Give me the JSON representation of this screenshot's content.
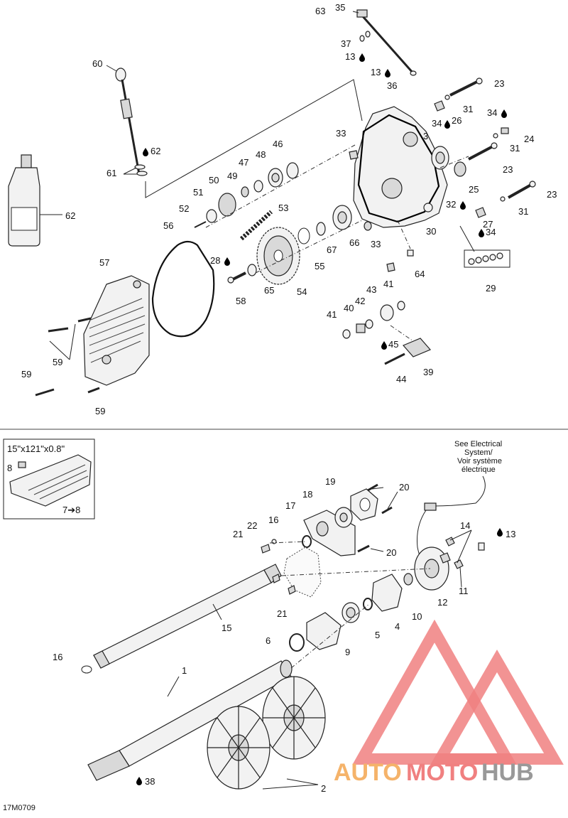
{
  "figure_code": "17M0709",
  "spec_box": {
    "dimensions": "15\"x121\"x0.8\"",
    "part_label": "8",
    "ref_label": "7➔8"
  },
  "electrical_note": [
    "See Electrical",
    "System/",
    "Voir système",
    "électrique"
  ],
  "watermark": {
    "auto": "AUTO",
    "moto": "MOTO",
    "hub": "HUB"
  },
  "colors": {
    "watermark_red": "#f08080",
    "watermark_orange": "#f5b36a",
    "watermark_gray": "#999999",
    "line": "#222222"
  },
  "drop_icon": "oil-drop-icon",
  "labels": {
    "p1": "1",
    "p2": "2",
    "p3": "3",
    "p4": "4",
    "p5": "5",
    "p6": "6",
    "p9": "9",
    "p10": "10",
    "p11": "11",
    "p12": "12",
    "p13a": "13",
    "p13b": "13",
    "p13c": "13",
    "p14": "14",
    "p15": "15",
    "p16a": "16",
    "p16b": "16",
    "p17": "17",
    "p18": "18",
    "p19": "19",
    "p20a": "20",
    "p20b": "20",
    "p21a": "21",
    "p21b": "21",
    "p22": "22",
    "p23a": "23",
    "p23b": "23",
    "p23c": "23",
    "p24": "24",
    "p25": "25",
    "p26": "26",
    "p27": "27",
    "p28": "28",
    "p29": "29",
    "p30": "30",
    "p31a": "31",
    "p31b": "31",
    "p31c": "31",
    "p32": "32",
    "p33a": "33",
    "p33b": "33",
    "p34a": "34",
    "p34b": "34",
    "p35": "35",
    "p36": "36",
    "p37": "37",
    "p38": "38",
    "p39": "39",
    "p40": "40",
    "p41a": "41",
    "p41b": "41",
    "p42": "42",
    "p43": "43",
    "p44": "44",
    "p45": "45",
    "p46": "46",
    "p47": "47",
    "p48": "48",
    "p49": "49",
    "p50": "50",
    "p51": "51",
    "p52": "52",
    "p53": "53",
    "p54": "54",
    "p55": "55",
    "p56": "56",
    "p57": "57",
    "p58": "58",
    "p59a": "59",
    "p59b": "59",
    "p59c": "59",
    "p60": "60",
    "p61": "61",
    "p62a": "62",
    "p62b": "62",
    "p63": "63",
    "p64": "64",
    "p65": "65",
    "p66": "66",
    "p67": "67"
  }
}
